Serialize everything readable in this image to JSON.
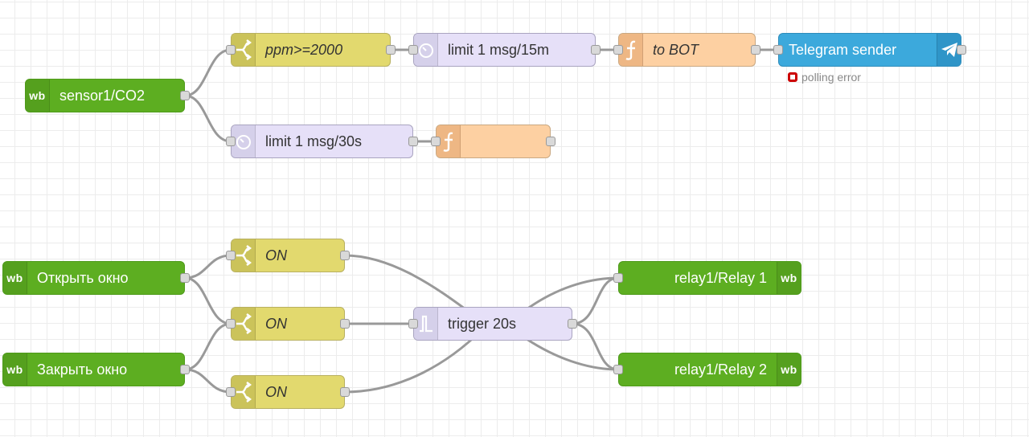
{
  "flow1": {
    "sensor": {
      "label": "sensor1/CO2",
      "badge": "wb"
    },
    "switch_ppm": {
      "label": "ppm>=2000"
    },
    "limit_15m": {
      "label": "limit 1 msg/15m"
    },
    "func_to_bot": {
      "label": "to BOT"
    },
    "telegram": {
      "label": "Telegram sender",
      "status": "polling error"
    },
    "limit_30s": {
      "label": "limit 1 msg/30s"
    },
    "func_empty": {
      "label": ""
    }
  },
  "flow2": {
    "open_window": {
      "label": "Открыть окно",
      "badge": "wb"
    },
    "close_window": {
      "label": "Закрыть окно",
      "badge": "wb"
    },
    "switch_on_1": {
      "label": "ON"
    },
    "switch_on_2": {
      "label": "ON"
    },
    "switch_on_3": {
      "label": "ON"
    },
    "trigger": {
      "label": "trigger 20s"
    },
    "relay1": {
      "label": "relay1/Relay 1",
      "badge": "wb"
    },
    "relay2": {
      "label": "relay1/Relay 2",
      "badge": "wb"
    }
  },
  "colors": {
    "wb_green": "#5dae21",
    "switch_yellow": "#e2d96e",
    "delay_lavender": "#e6e0f8",
    "function_orange": "#fdd0a2",
    "telegram_blue": "#3ca9dc",
    "error_red": "#cc0000",
    "wire_gray": "#999999"
  },
  "icons": {
    "wb": "wb-logo-icon",
    "switch": "switch-icon",
    "delay": "timer-icon",
    "function": "function-icon",
    "trigger": "trigger-icon",
    "telegram": "paper-plane-icon"
  }
}
